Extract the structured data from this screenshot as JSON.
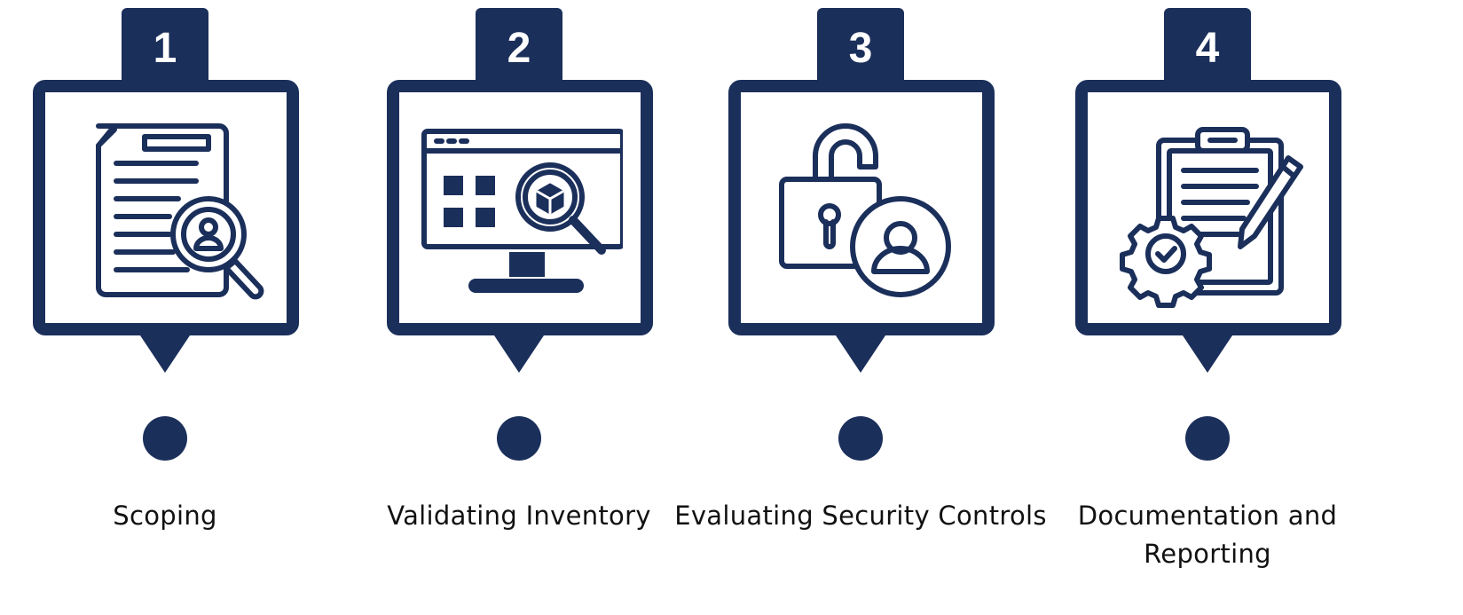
{
  "steps": [
    {
      "number": "1",
      "label": "Scoping",
      "icon": "document-search-user-icon"
    },
    {
      "number": "2",
      "label": "Validating Inventory",
      "icon": "monitor-inventory-search-icon"
    },
    {
      "number": "3",
      "label": "Evaluating Security Controls",
      "icon": "unlocked-padlock-user-icon"
    },
    {
      "number": "4",
      "label": "Documentation and Reporting",
      "icon": "clipboard-pencil-gear-icon"
    }
  ],
  "colors": {
    "primary": "#1b2f5b",
    "background": "#ffffff",
    "text": "#111111"
  }
}
